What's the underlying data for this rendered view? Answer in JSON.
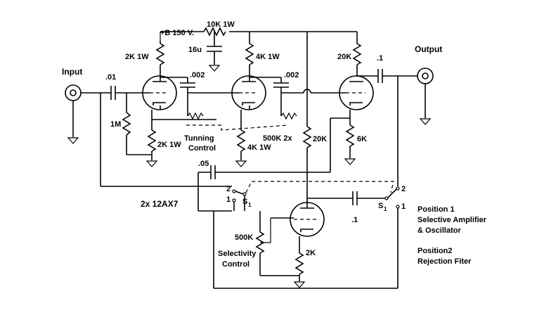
{
  "labels": {
    "input": "Input",
    "output": "Output",
    "supply": "+B 150 V.",
    "r_supply": "10K 1W",
    "cap_filter": "16u",
    "r_plate1": "2K 1W",
    "r_plate2": "4K 1W",
    "r_plate3": "20K",
    "cap_in": ".01",
    "cap_c1": ".002",
    "cap_c2": ".002",
    "cap_out": ".1",
    "r_grid1": "1M",
    "r_cath1": "2K 1W",
    "r_cath2": "4K 1W",
    "tuning": "Tunning",
    "tuning2": "Control",
    "pot_dual": "500K 2x",
    "r_mid": "20K",
    "r_cath3": "6K",
    "cap_fb": ".05",
    "tubes": "2x 12AX7",
    "switch1": "S",
    "switch1_sub": "1",
    "switch2": "S",
    "switch2_sub": "1",
    "cap_sel": ".1",
    "pot_sel": "500K",
    "selectivity": "Selectivity",
    "selectivity2": "Control",
    "r_cath4": "2K",
    "pos1": "Position 1",
    "pos1_desc1": "Selective Amplifier",
    "pos1_desc2": "& Oscillator",
    "pos2": "Position2",
    "pos2_desc": "Rejection Fiter",
    "sw_a2": "2",
    "sw_a1": "1",
    "sw_b2": "2",
    "sw_b1": "1"
  }
}
